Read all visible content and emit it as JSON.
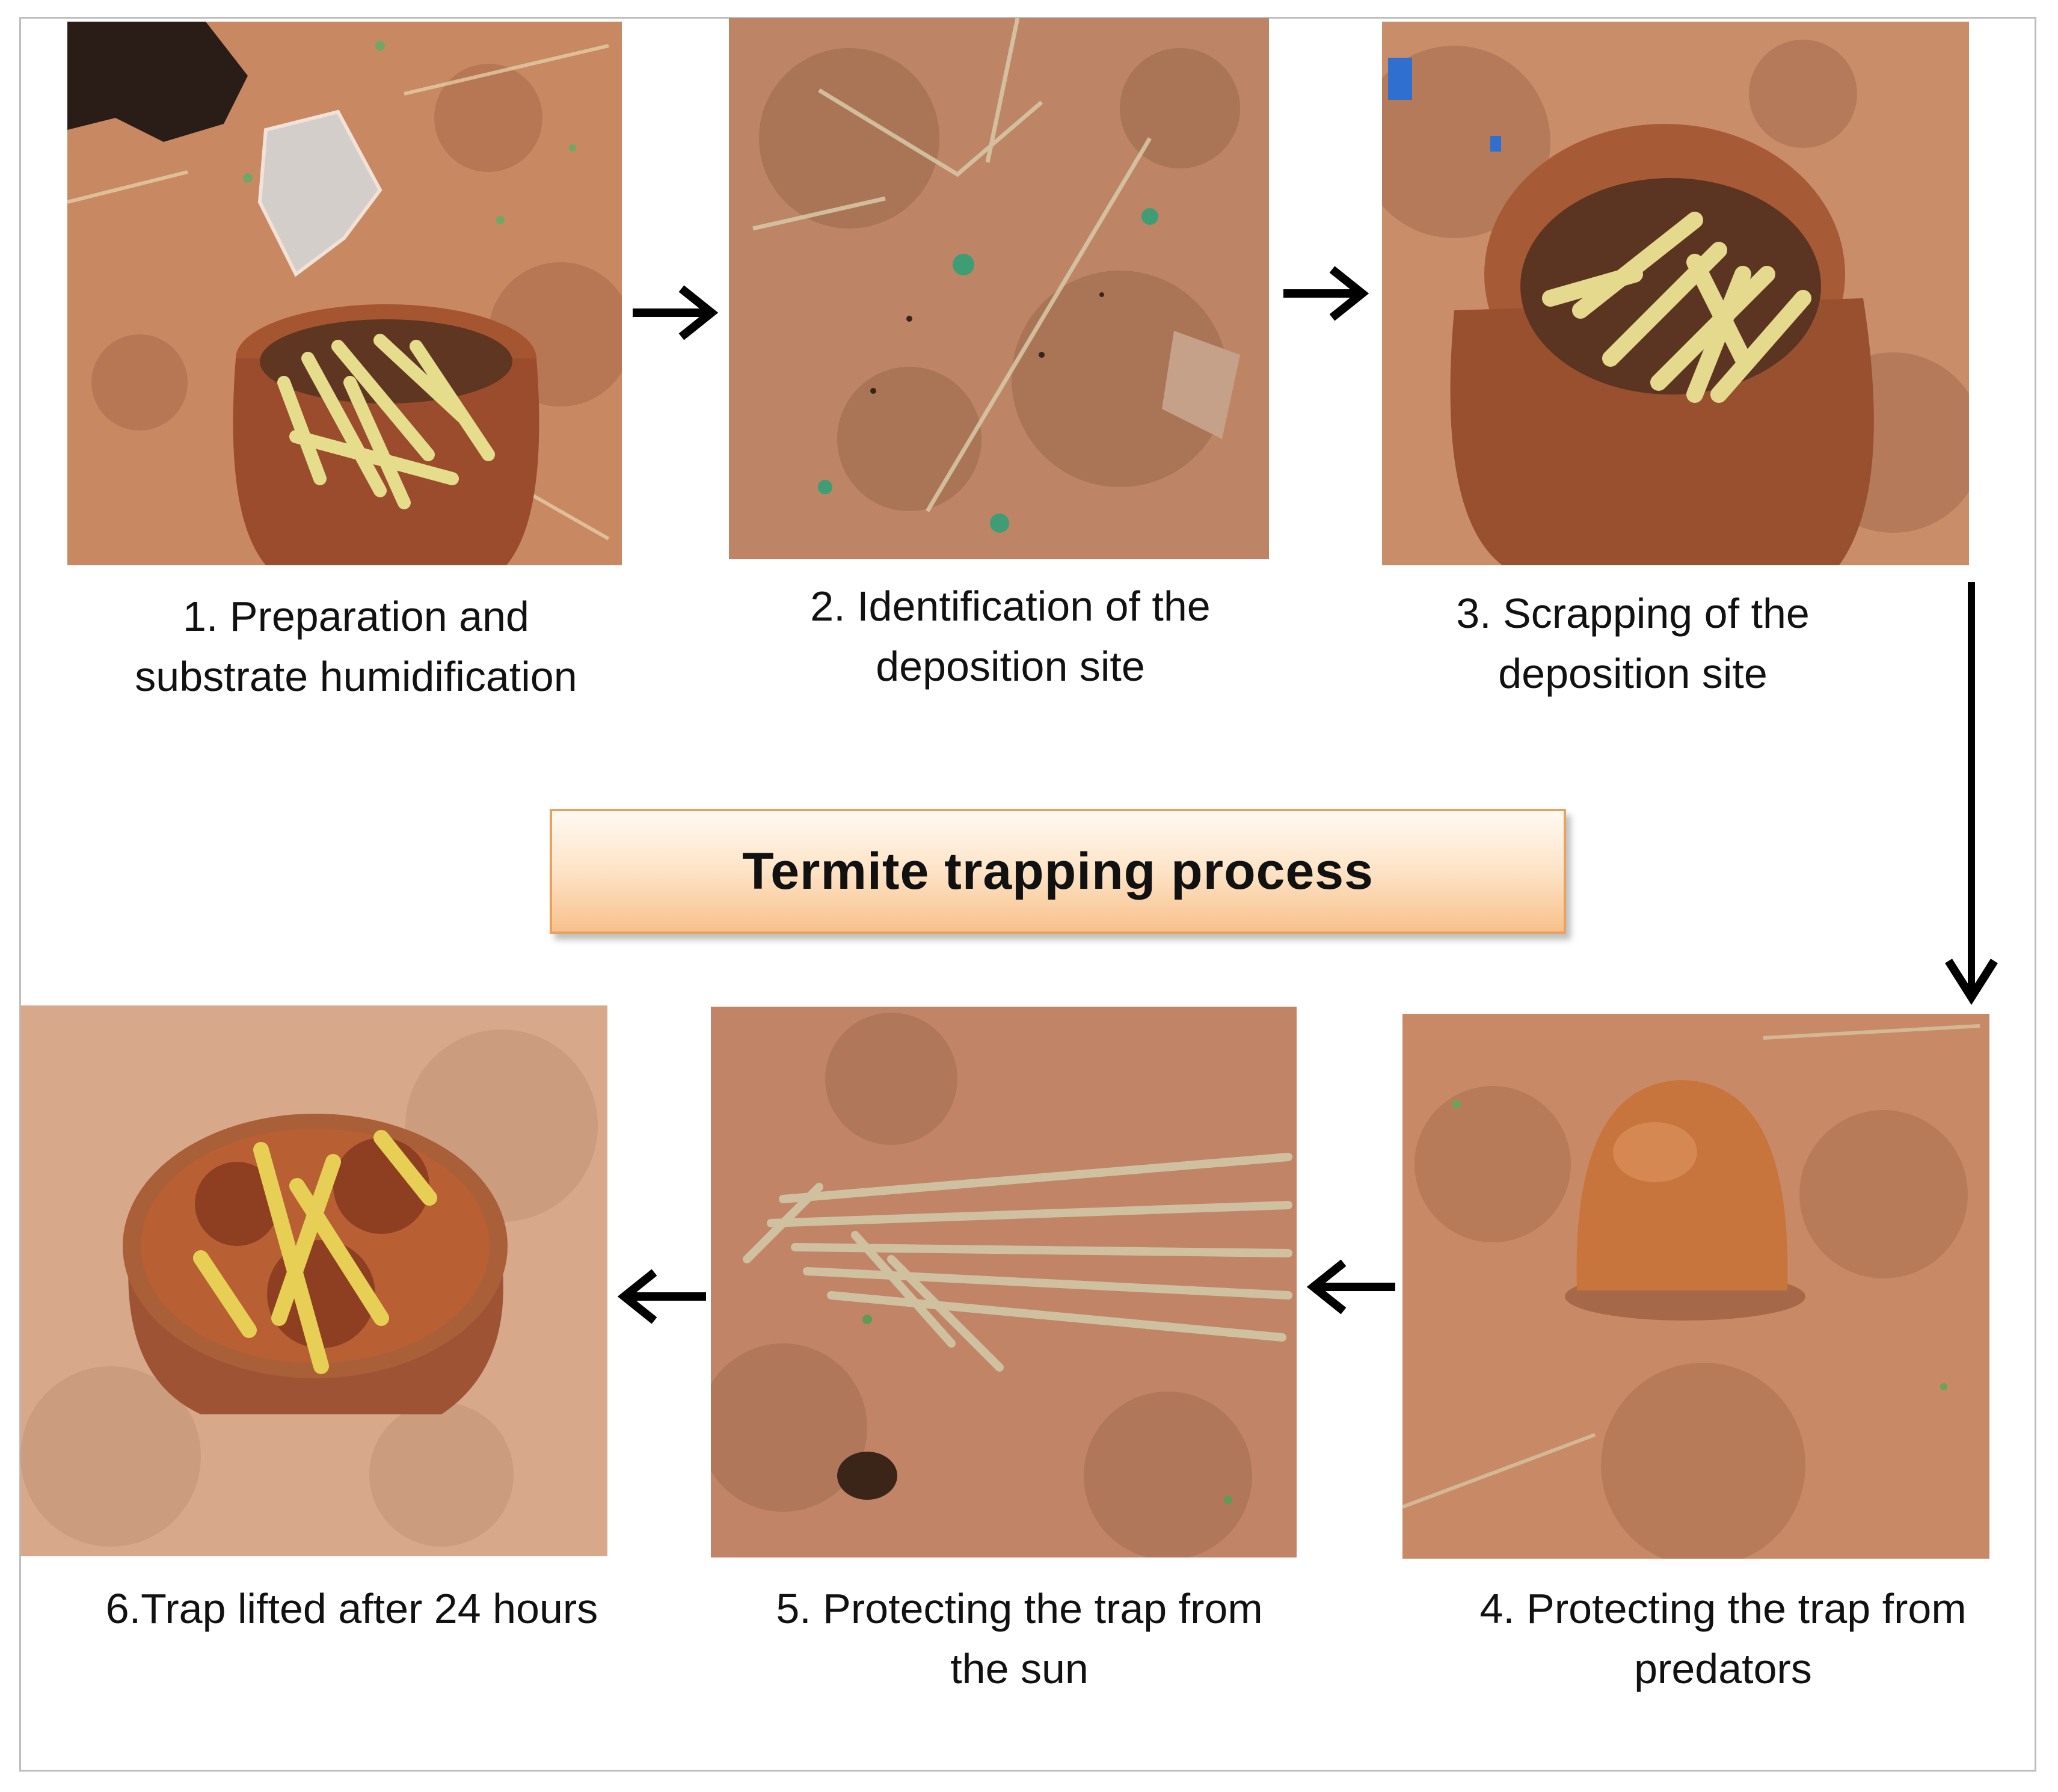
{
  "diagram": {
    "title": "Termite trapping process",
    "steps": [
      {
        "label_line1": "1. Preparation and",
        "label_line2": "substrate humidification"
      },
      {
        "label_line1": "2. Identification of the",
        "label_line2": "deposition site"
      },
      {
        "label_line1": "3. Scrapping of the",
        "label_line2": "deposition site"
      },
      {
        "label_line1": "4. Protecting the trap from",
        "label_line2": "predators"
      },
      {
        "label_line1": "5. Protecting the trap from",
        "label_line2": "the sun"
      },
      {
        "label_line1": "6.Trap lifted after 24 hours",
        "label_line2": ""
      }
    ],
    "flow_order": [
      "1",
      "2",
      "3",
      "4",
      "5",
      "6"
    ]
  },
  "colors": {
    "soil": "#c98a64",
    "soil_dark": "#a86a48",
    "pot": "#b8663a",
    "stalk": "#e5dc8c",
    "title_border": "#e8a25e",
    "arrow": "#000000"
  }
}
